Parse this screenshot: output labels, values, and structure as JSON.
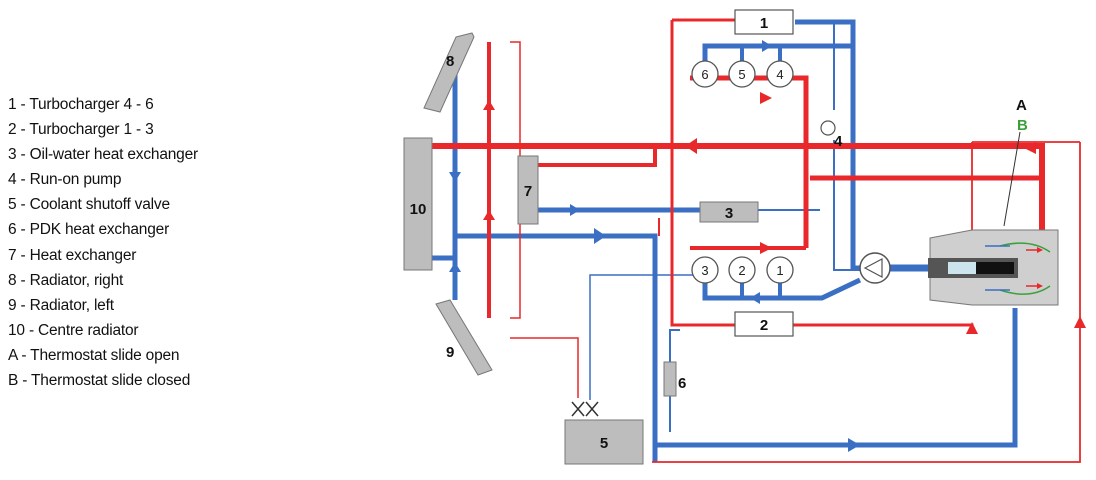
{
  "legend": [
    "1 - Turbocharger 4 - 6",
    "2 - Turbocharger 1 - 3",
    "3 - Oil-water heat exchanger",
    "4 - Run-on pump",
    "5 - Coolant shutoff valve",
    "6 - PDK heat exchanger",
    "7 - Heat exchanger",
    "8 - Radiator, right",
    "9 - Radiator, left",
    "10 - Centre radiator",
    "A - Thermostat slide open",
    "B - Thermostat slide closed"
  ],
  "diagram": {
    "label_1": "1",
    "label_2": "2",
    "label_3": "3",
    "label_4": "4",
    "label_5": "5",
    "label_6": "6",
    "label_7": "7",
    "label_8": "8",
    "label_9": "9",
    "label_10": "10",
    "label_A": "A",
    "label_B": "B",
    "cyl_top": [
      "6",
      "5",
      "4"
    ],
    "cyl_bottom": [
      "3",
      "2",
      "1"
    ]
  },
  "colors": {
    "hot": "#e8282a",
    "cold": "#3a6fc4",
    "box": "#bdbdbd",
    "marker_B": "#3aa03a"
  }
}
